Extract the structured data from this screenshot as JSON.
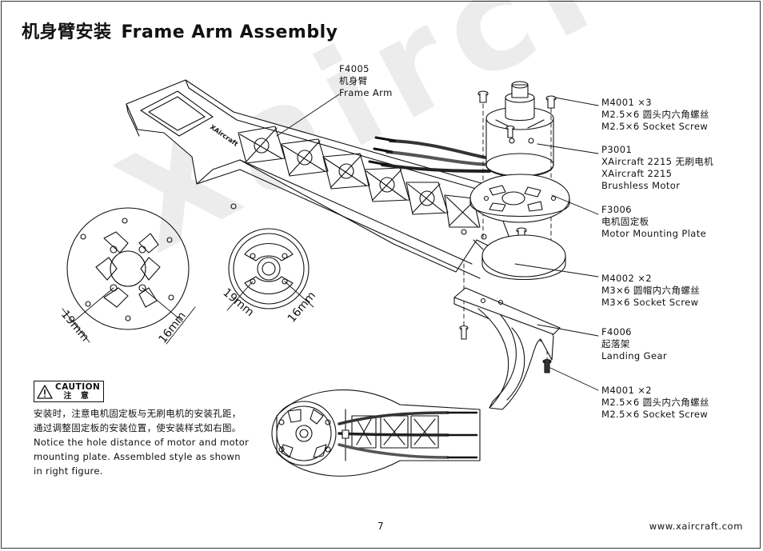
{
  "title": {
    "cn": "机身臂安装",
    "en": "Frame Arm Assembly"
  },
  "watermark": "Xaircraft",
  "callouts": [
    {
      "id": "F4005",
      "lines": [
        "F4005",
        "机身臂",
        "Frame Arm"
      ]
    },
    {
      "id": "M4001a",
      "lines": [
        "M4001  ×3",
        "M2.5×6 圆头内六角螺丝",
        "M2.5×6 Socket Screw"
      ]
    },
    {
      "id": "P3001",
      "lines": [
        "P3001",
        "XAircraft 2215 无刷电机",
        "XAircraft 2215",
        "Brushless Motor"
      ]
    },
    {
      "id": "F3006",
      "lines": [
        "F3006",
        "电机固定板",
        "Motor Mounting Plate"
      ]
    },
    {
      "id": "M4002",
      "lines": [
        "M4002  ×2",
        "M3×6 圆帽内六角螺丝",
        "M3×6 Socket Screw"
      ]
    },
    {
      "id": "F4006",
      "lines": [
        "F4006",
        "起落架",
        "Landing Gear"
      ]
    },
    {
      "id": "M4001b",
      "lines": [
        "M4001  ×2",
        "M2.5×6 圆头内六角螺丝",
        "M2.5×6 Socket Screw"
      ]
    }
  ],
  "dimensions": {
    "left_plate_a": "19mm",
    "left_plate_b": "16mm",
    "mid_plate_a": "19mm",
    "mid_plate_b": "16mm"
  },
  "caution": {
    "badge_en": "CAUTION",
    "badge_cn": "注  意",
    "lines": [
      "安装时，注意电机固定板与无刷电机的安装孔距，",
      "通过调整固定板的安装位置，使安装样式如右图。",
      "Notice the hole distance of motor and motor",
      "mounting plate. Assembled style as shown",
      "in right figure."
    ]
  },
  "arm_logo": "XAircraft",
  "footer": {
    "page": "7",
    "website": "www.xaircraft.com"
  }
}
